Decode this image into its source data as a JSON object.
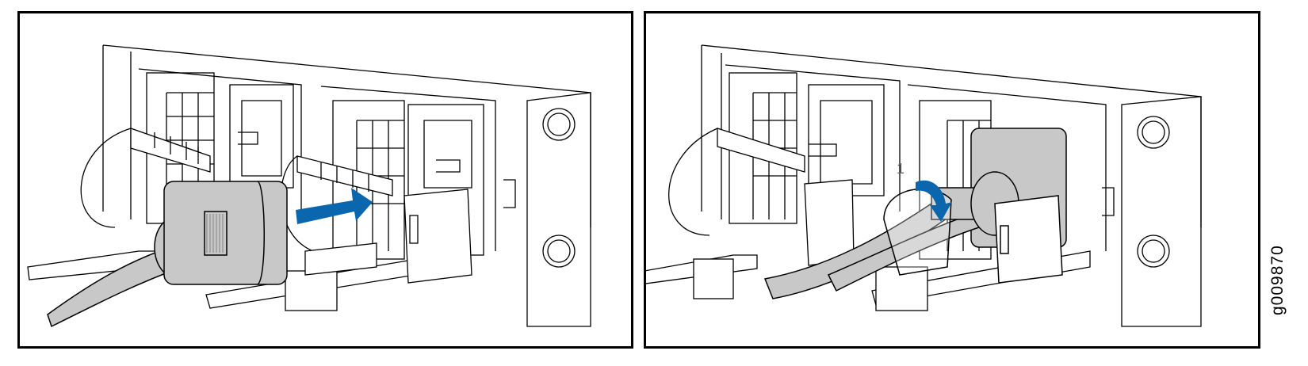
{
  "figure_id": "g009870",
  "panels": [
    {
      "step": "insert-power-cord",
      "arrow_color": "#0b67ad"
    },
    {
      "step": "wrap-cable-tie",
      "arrow_color": "#0b67ad",
      "slot_label": "1"
    }
  ],
  "colors": {
    "line": "#000000",
    "cord_fill": "#c8c8c8",
    "arrow": "#0b67ad"
  }
}
